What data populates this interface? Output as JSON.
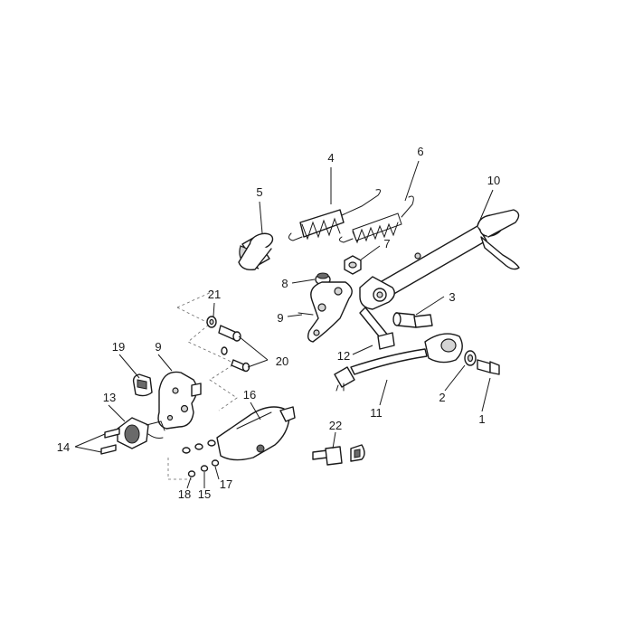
{
  "callouts": [
    {
      "id": "c1",
      "text": "1"
    },
    {
      "id": "c2",
      "text": "2"
    },
    {
      "id": "c3",
      "text": "3"
    },
    {
      "id": "c4",
      "text": "4"
    },
    {
      "id": "c5",
      "text": "5"
    },
    {
      "id": "c6",
      "text": "6"
    },
    {
      "id": "c7",
      "text": "7"
    },
    {
      "id": "c8",
      "text": "8"
    },
    {
      "id": "c9a",
      "text": "9"
    },
    {
      "id": "c9b",
      "text": "9"
    },
    {
      "id": "c10",
      "text": "10"
    },
    {
      "id": "c11",
      "text": "11"
    },
    {
      "id": "c12",
      "text": "12"
    },
    {
      "id": "c13",
      "text": "13"
    },
    {
      "id": "c14",
      "text": "14"
    },
    {
      "id": "c15",
      "text": "15"
    },
    {
      "id": "c16",
      "text": "16"
    },
    {
      "id": "c17",
      "text": "17"
    },
    {
      "id": "c18",
      "text": "18"
    },
    {
      "id": "c19",
      "text": "19"
    },
    {
      "id": "c20",
      "text": "20"
    },
    {
      "id": "c21",
      "text": "21"
    },
    {
      "id": "c22",
      "text": "22"
    }
  ]
}
